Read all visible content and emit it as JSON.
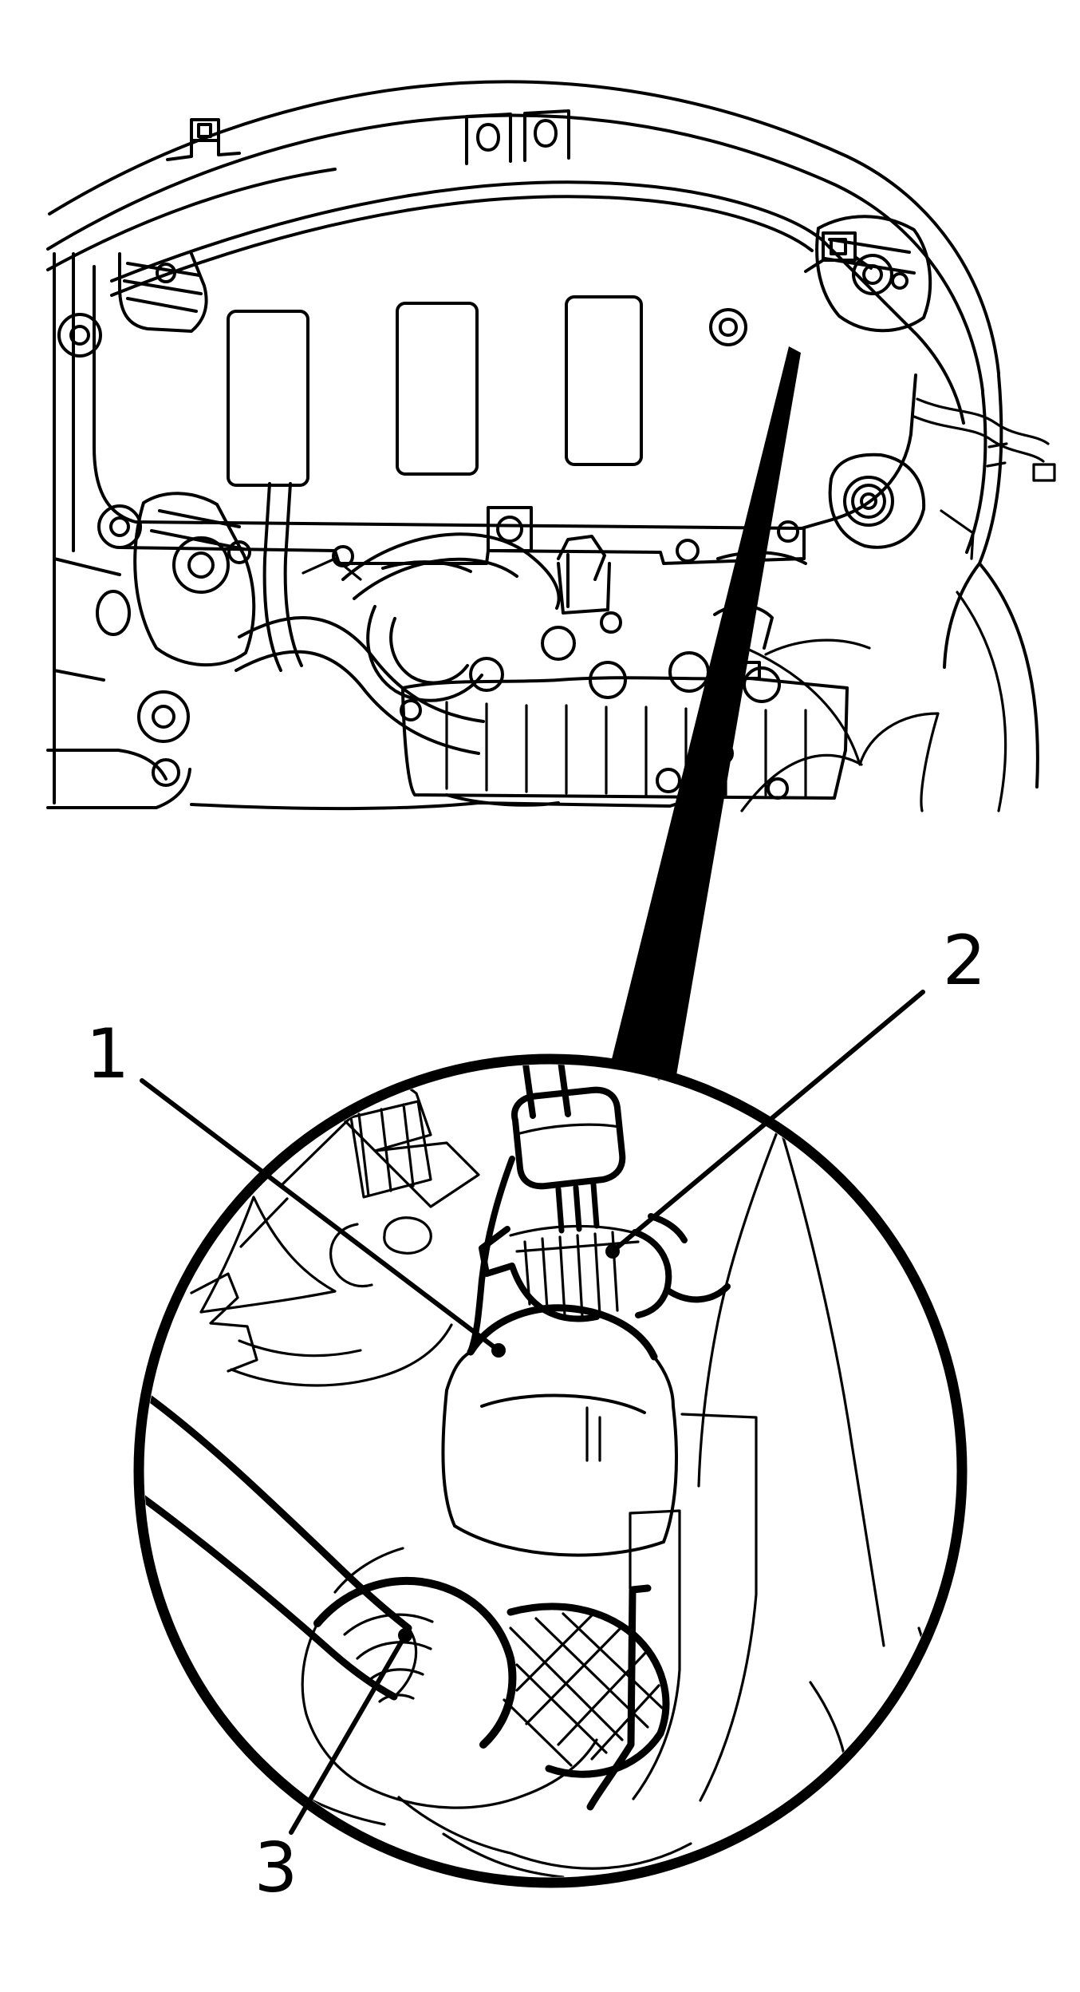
{
  "figure": {
    "colors": {
      "ink": "#000000",
      "paper": "#ffffff"
    }
  },
  "callouts": [
    {
      "label": "1"
    },
    {
      "label": "2"
    },
    {
      "label": "3"
    }
  ]
}
